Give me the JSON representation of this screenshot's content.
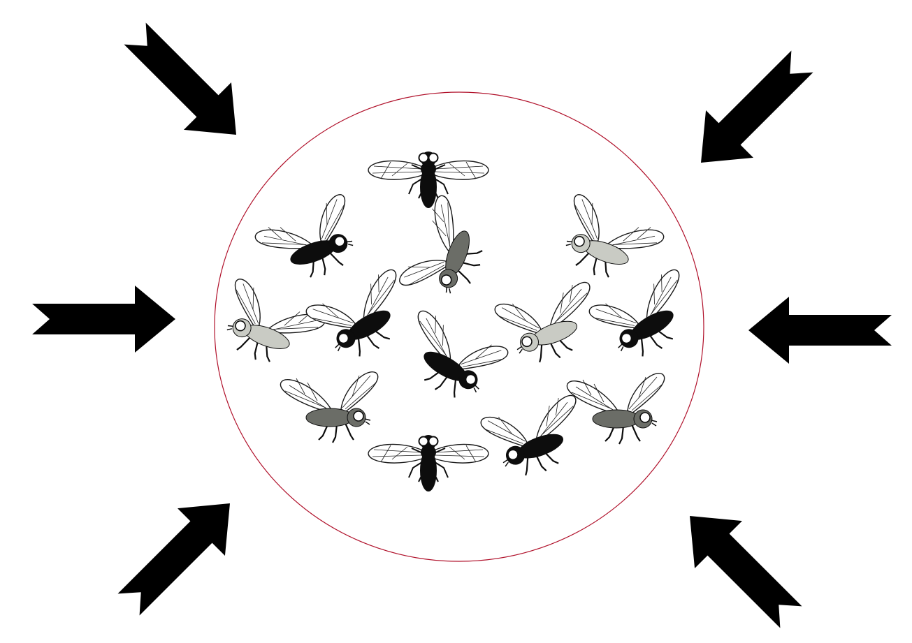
{
  "colors": {
    "background": "#ffffff",
    "arrow": "#000000",
    "circle_stroke": "#b0102a",
    "wing_fill": "#ffffff",
    "wing_stroke": "#1a1a1a",
    "fly_black": "#0d0d0d",
    "fly_gray": "#6b6d67",
    "fly_light": "#c9cbc4"
  },
  "arrows": [
    {
      "name": "arrow-top-left",
      "icon": "thick-arrow-icon",
      "points_toward": "center"
    },
    {
      "name": "arrow-top-right",
      "icon": "thick-arrow-icon",
      "points_toward": "center"
    },
    {
      "name": "arrow-left",
      "icon": "thick-arrow-icon",
      "points_toward": "center"
    },
    {
      "name": "arrow-right",
      "icon": "thick-arrow-icon",
      "points_toward": "center"
    },
    {
      "name": "arrow-bottom-left",
      "icon": "thick-arrow-icon",
      "points_toward": "center"
    },
    {
      "name": "arrow-bottom-right",
      "icon": "thick-arrow-icon",
      "points_toward": "center"
    }
  ],
  "enclosure": {
    "shape": "circle",
    "icon": "circle-outline-icon"
  },
  "flies": [
    {
      "name": "fly-top-center",
      "view": "top",
      "shade": "black"
    },
    {
      "name": "fly-upper-left",
      "view": "side",
      "shade": "black"
    },
    {
      "name": "fly-center-upper",
      "view": "side",
      "shade": "gray"
    },
    {
      "name": "fly-upper-right",
      "view": "side",
      "shade": "light"
    },
    {
      "name": "fly-mid-left",
      "view": "side",
      "shade": "light"
    },
    {
      "name": "fly-mid-left-inner",
      "view": "side",
      "shade": "black"
    },
    {
      "name": "fly-center",
      "view": "side",
      "shade": "black"
    },
    {
      "name": "fly-mid-right-inner",
      "view": "side",
      "shade": "light"
    },
    {
      "name": "fly-mid-right",
      "view": "side",
      "shade": "black"
    },
    {
      "name": "fly-lower-left",
      "view": "side",
      "shade": "gray"
    },
    {
      "name": "fly-bottom-center",
      "view": "top",
      "shade": "black"
    },
    {
      "name": "fly-lower-right-inner",
      "view": "side",
      "shade": "black"
    },
    {
      "name": "fly-lower-right",
      "view": "side",
      "shade": "gray"
    }
  ]
}
